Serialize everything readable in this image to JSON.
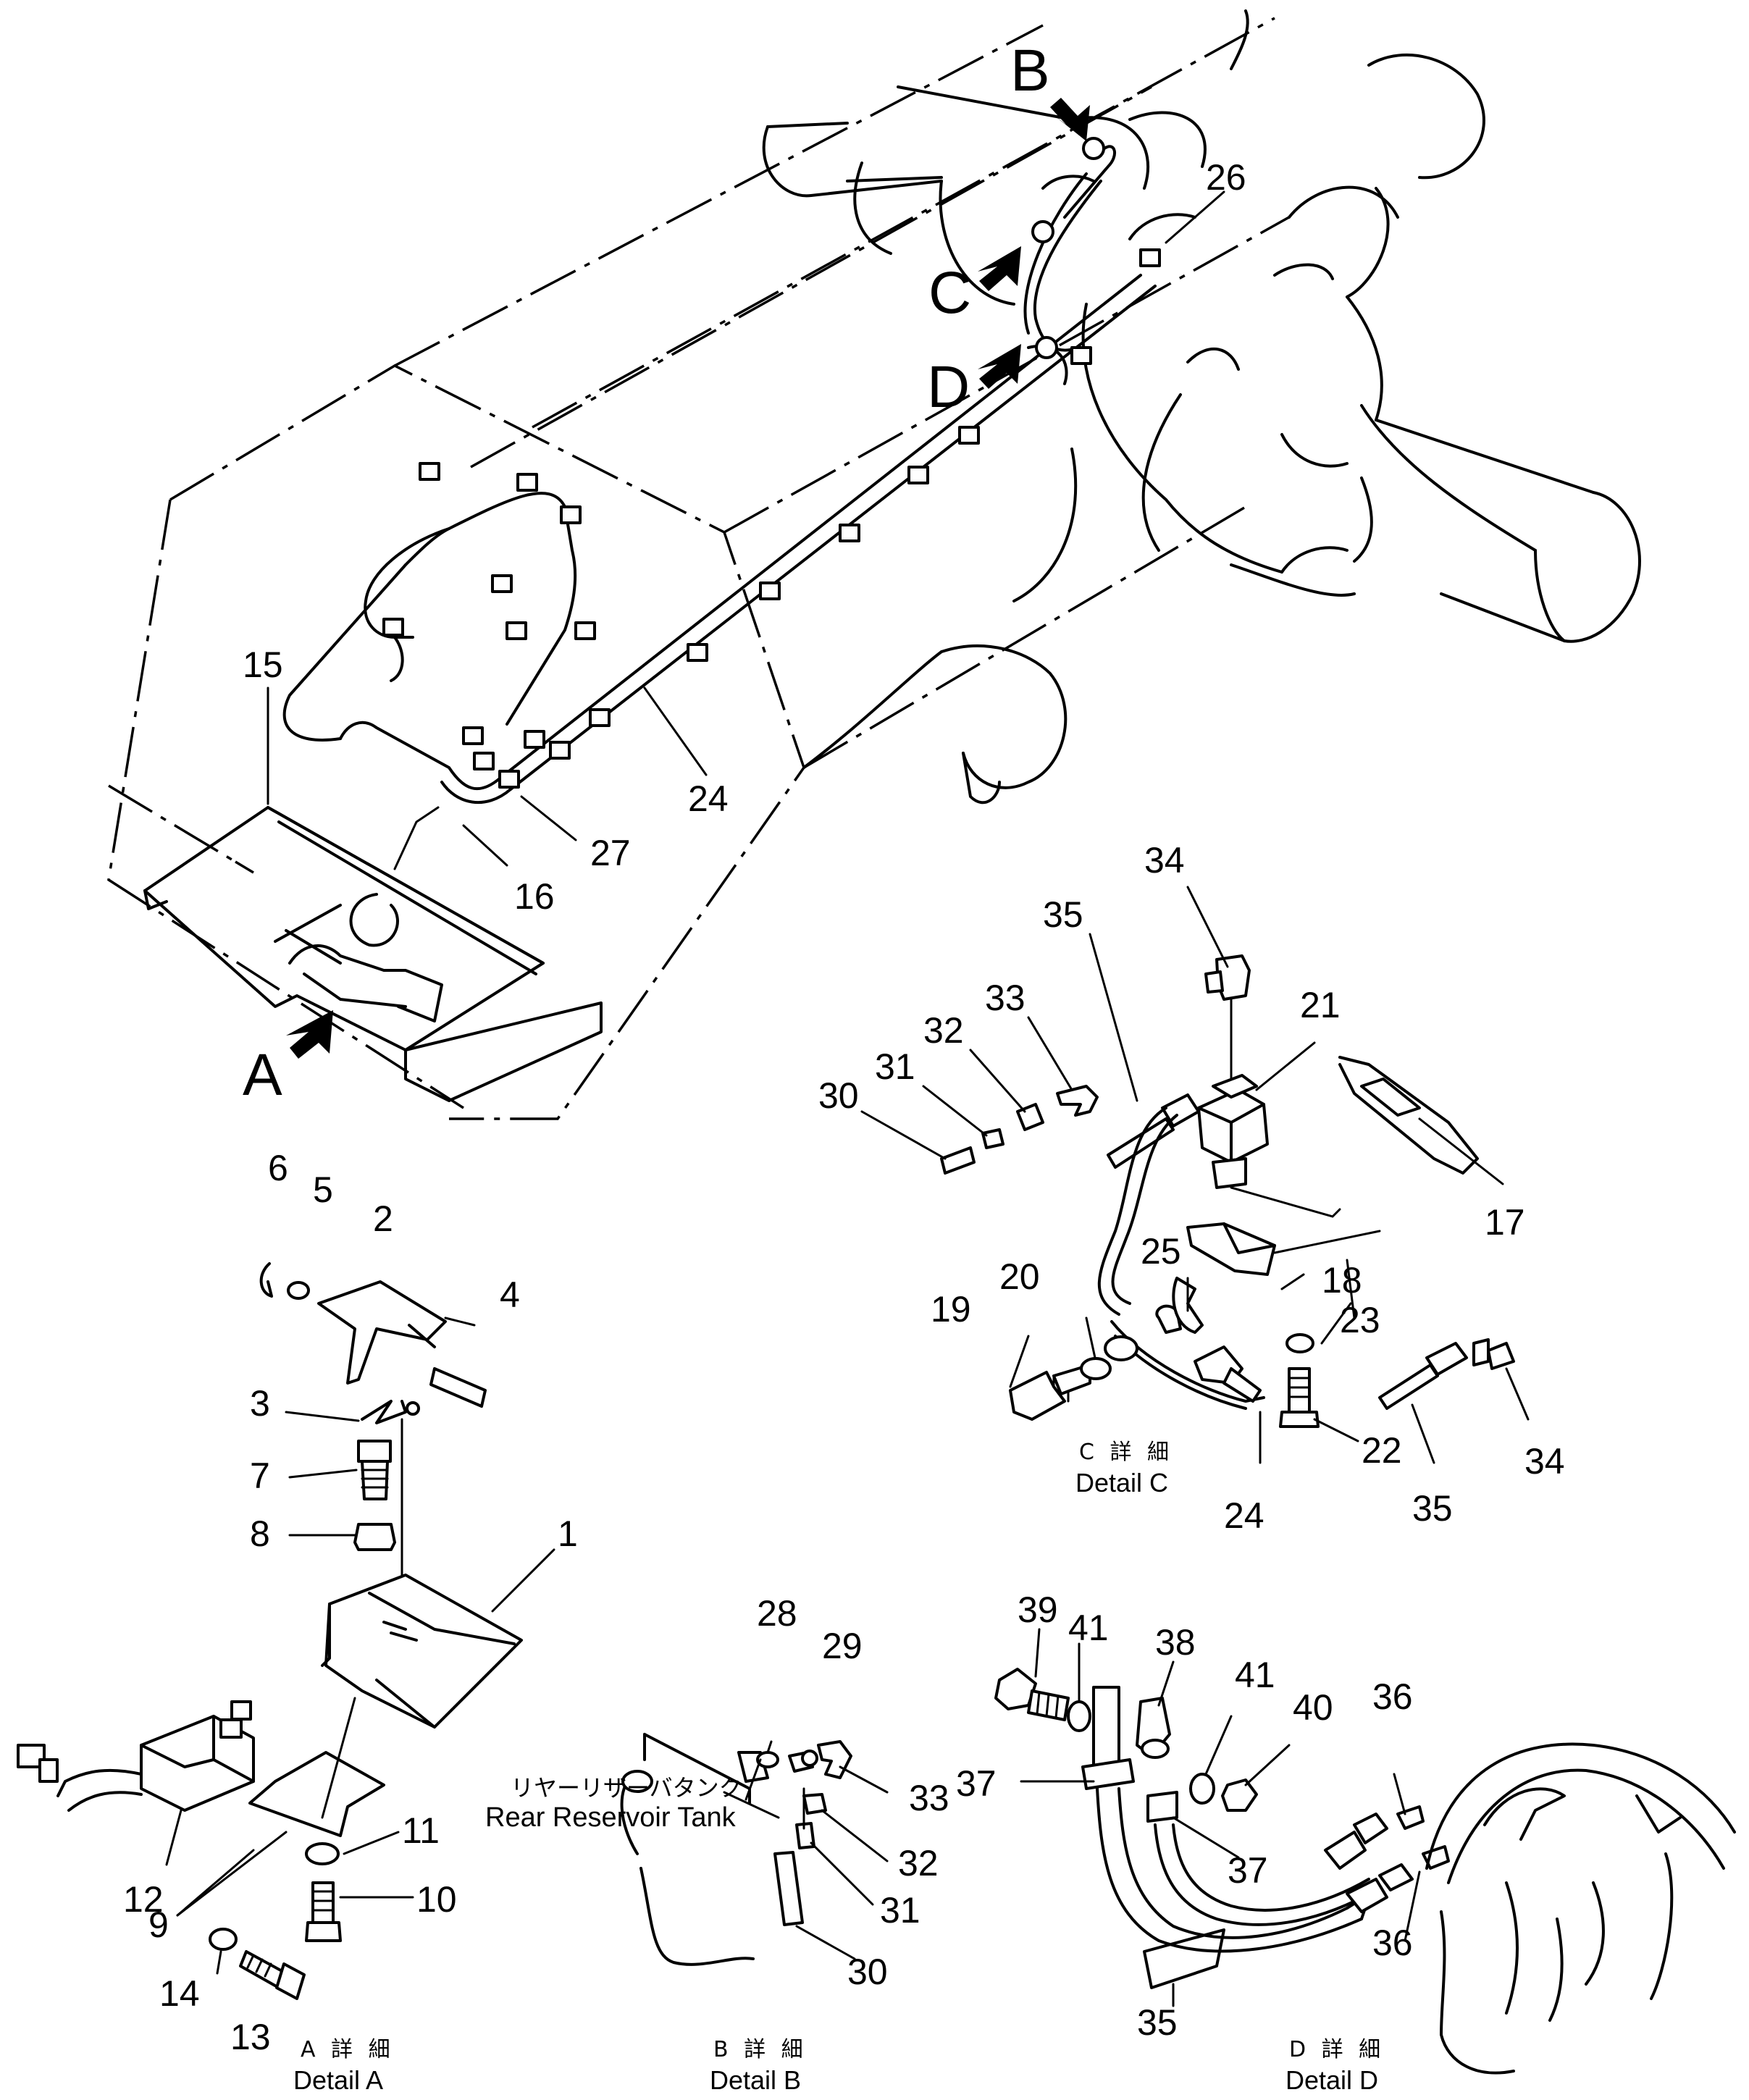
{
  "view_labels": {
    "a": "A",
    "b": "B",
    "c": "C",
    "d": "D"
  },
  "callouts": [
    {
      "id": "c26",
      "text": "26"
    },
    {
      "id": "c15",
      "text": "15"
    },
    {
      "id": "c24",
      "text": "24"
    },
    {
      "id": "c27",
      "text": "27"
    },
    {
      "id": "c16",
      "text": "16"
    },
    {
      "id": "c6",
      "text": "6"
    },
    {
      "id": "c5",
      "text": "5"
    },
    {
      "id": "c2",
      "text": "2"
    },
    {
      "id": "c4",
      "text": "4"
    },
    {
      "id": "c3",
      "text": "3"
    },
    {
      "id": "c7",
      "text": "7"
    },
    {
      "id": "c8",
      "text": "8"
    },
    {
      "id": "c1",
      "text": "1"
    },
    {
      "id": "c11",
      "text": "11"
    },
    {
      "id": "c10",
      "text": "10"
    },
    {
      "id": "c12",
      "text": "12"
    },
    {
      "id": "c9",
      "text": "9"
    },
    {
      "id": "c14",
      "text": "14"
    },
    {
      "id": "c13",
      "text": "13"
    },
    {
      "id": "c34a",
      "text": "34"
    },
    {
      "id": "c35a",
      "text": "35"
    },
    {
      "id": "c33a",
      "text": "33"
    },
    {
      "id": "c32a",
      "text": "32"
    },
    {
      "id": "c31a",
      "text": "31"
    },
    {
      "id": "c30a",
      "text": "30"
    },
    {
      "id": "c21",
      "text": "21"
    },
    {
      "id": "c17",
      "text": "17"
    },
    {
      "id": "c25",
      "text": "25"
    },
    {
      "id": "c18",
      "text": "18"
    },
    {
      "id": "c20",
      "text": "20"
    },
    {
      "id": "c19",
      "text": "19"
    },
    {
      "id": "c23",
      "text": "23"
    },
    {
      "id": "c22",
      "text": "22"
    },
    {
      "id": "c24b",
      "text": "24"
    },
    {
      "id": "c34b",
      "text": "34"
    },
    {
      "id": "c35b",
      "text": "35"
    },
    {
      "id": "c28",
      "text": "28"
    },
    {
      "id": "c29",
      "text": "29"
    },
    {
      "id": "c33b",
      "text": "33"
    },
    {
      "id": "c32b",
      "text": "32"
    },
    {
      "id": "c31b",
      "text": "31"
    },
    {
      "id": "c30b",
      "text": "30"
    },
    {
      "id": "c39",
      "text": "39"
    },
    {
      "id": "c41a",
      "text": "41"
    },
    {
      "id": "c38",
      "text": "38"
    },
    {
      "id": "c41b",
      "text": "41"
    },
    {
      "id": "c40",
      "text": "40"
    },
    {
      "id": "c36a",
      "text": "36"
    },
    {
      "id": "c37a",
      "text": "37"
    },
    {
      "id": "c37b",
      "text": "37"
    },
    {
      "id": "c36b",
      "text": "36"
    },
    {
      "id": "c35c",
      "text": "35"
    }
  ],
  "details": {
    "a": {
      "jp": "A 詳 細",
      "en": "Detail  A"
    },
    "b": {
      "jp": "B 詳 細",
      "en": "Detail  B"
    },
    "c": {
      "jp": "C 詳 細",
      "en": "Detail  C"
    },
    "d": {
      "jp": "D 詳 細",
      "en": "Detail  D"
    }
  },
  "tank_label": {
    "jp": "リヤーリザーバタンク",
    "en": "Rear  Reservoir  Tank"
  }
}
